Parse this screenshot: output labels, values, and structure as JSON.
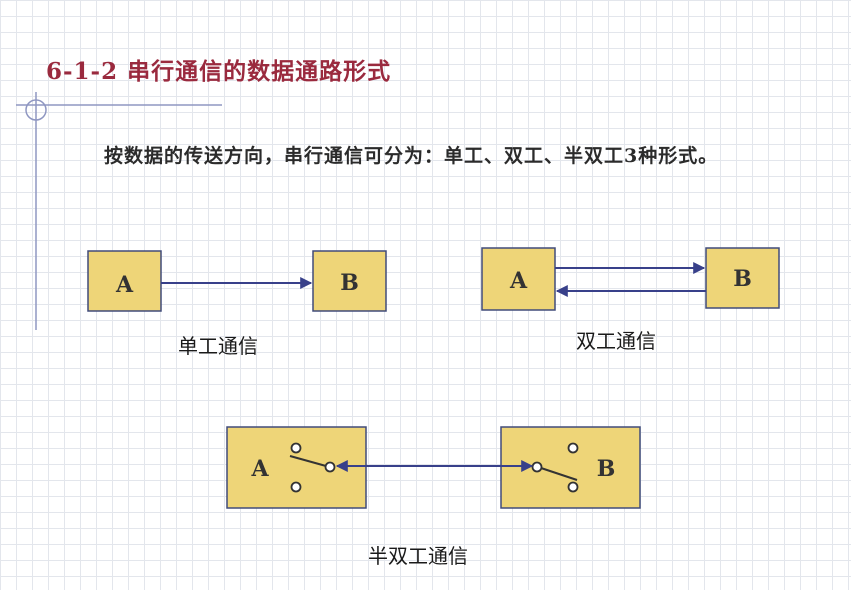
{
  "heading": {
    "title": "6-1-2  串行通信的数据通路形式"
  },
  "intro": {
    "text": "按数据的传送方向，串行通信可分为：单工、双工、半双工3种形式。"
  },
  "colors": {
    "box_fill": "#eed578",
    "box_stroke": "#404b7a",
    "arrow": "#38408a",
    "title": "#9a2a3e"
  },
  "simplex": {
    "box_a": "A",
    "box_b": "B",
    "caption": "单工通信"
  },
  "duplex": {
    "box_a": "A",
    "box_b": "B",
    "caption": "双工通信"
  },
  "half_duplex": {
    "box_a": "A",
    "box_b": "B",
    "caption": "半双工通信"
  },
  "icons": {
    "switch": "switch-icon",
    "crosshair": "crosshair-icon"
  }
}
